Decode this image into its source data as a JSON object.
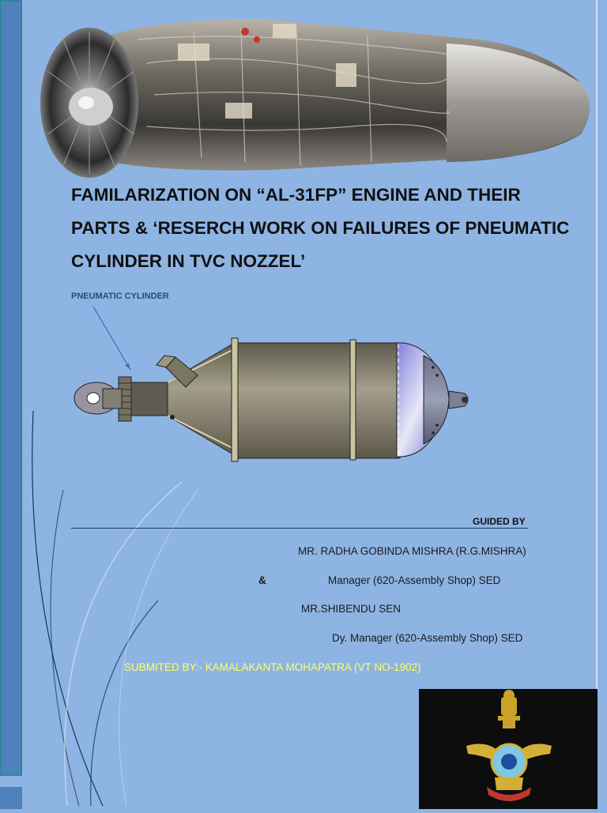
{
  "title": "FAMILARIZATION ON “AL-31FP” ENGINE AND THEIR PARTS & ‘RESERCH WORK ON FAILURES OF PNEUMATIC CYLINDER IN TVC NOZZEL’",
  "figure": {
    "callout": "PNEUMATIC CYLINDER"
  },
  "guided_by": {
    "heading": "GUIDED BY",
    "ampersand": "&",
    "guide1_name": "MR. RADHA GOBINDA MISHRA (R.G.MISHRA)",
    "guide1_role": "Manager (620-Assembly Shop) SED",
    "guide2_name": "MR.SHIBENDU SEN",
    "guide2_role": "Dy. Manager (620-Assembly Shop) SED"
  },
  "submitted_by": "SUBMITED BY:- KAMALAKANTA MOHAPATRA (VT NO-1902)",
  "colors": {
    "page_bg": "#8eb4e3",
    "bar": "#4f81bd",
    "submitted_text": "#ffff66"
  }
}
